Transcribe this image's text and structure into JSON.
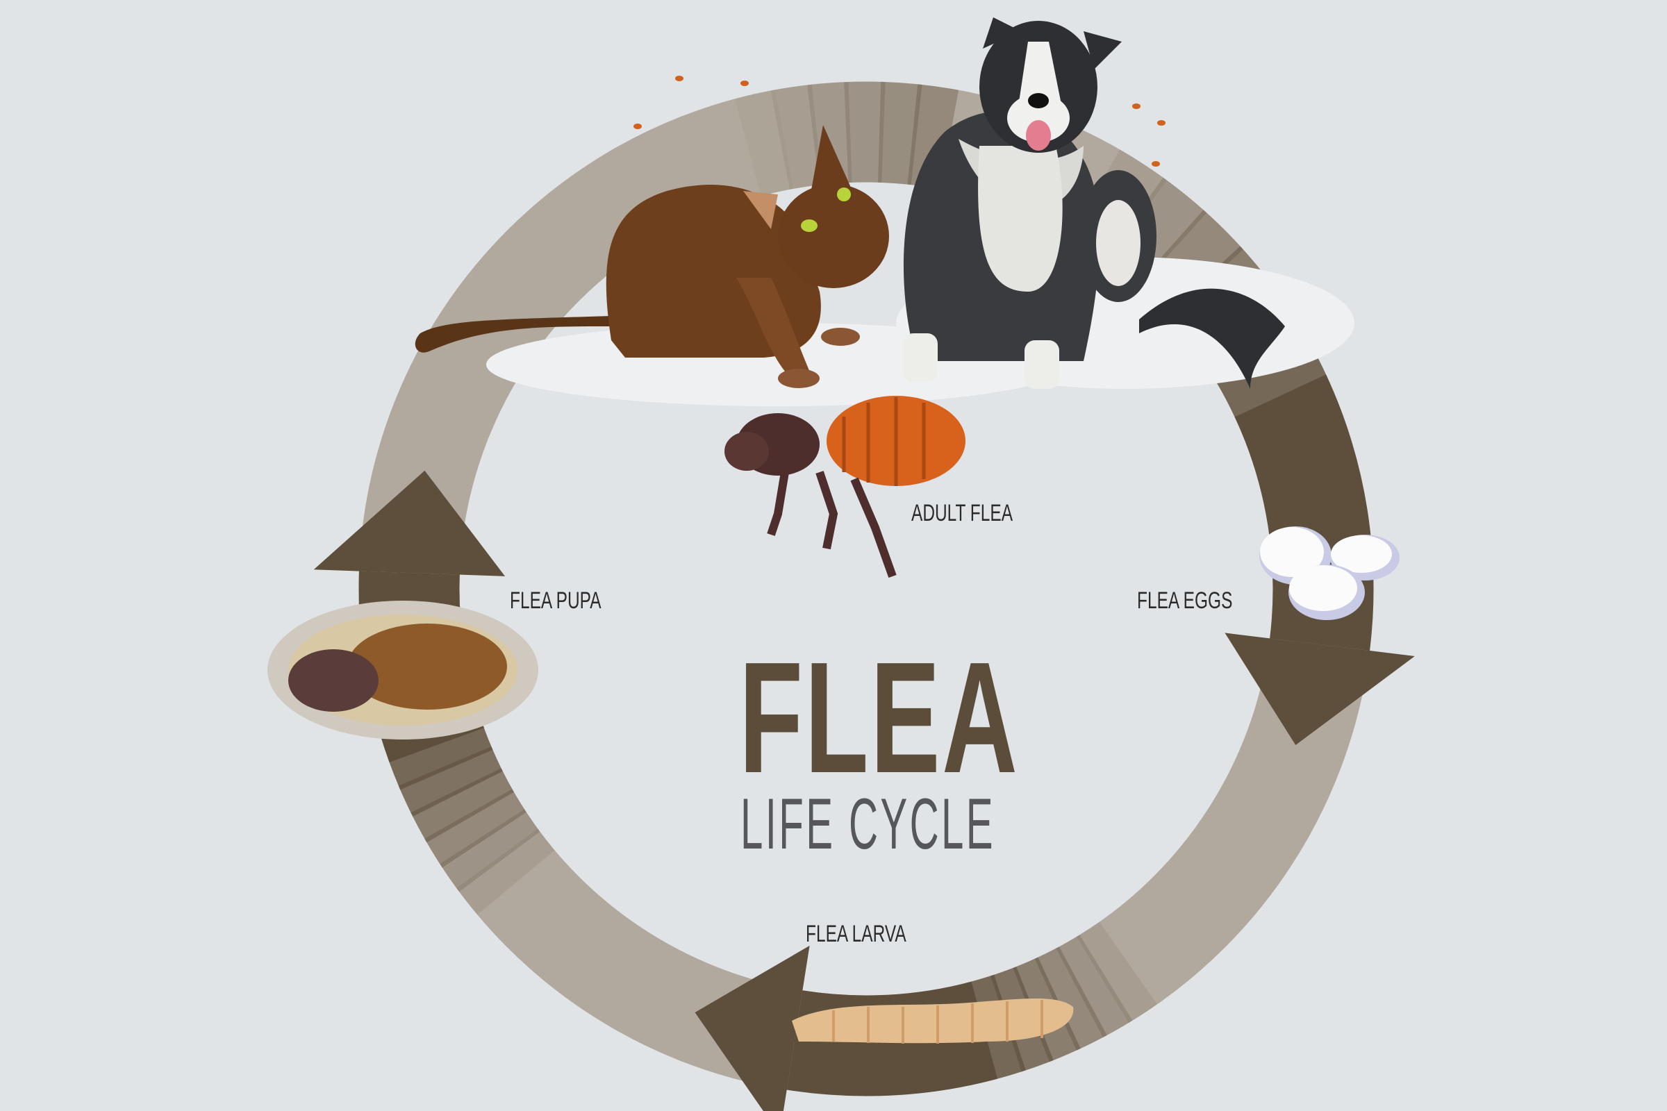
{
  "title": "FLEA",
  "subtitle": "LIFE CYCLE",
  "stages": {
    "adult": "ADULT FLEA",
    "eggs": "FLEA EGGS",
    "larva": "FLEA LARVA",
    "pupa": "FLEA PUPA"
  },
  "colors": {
    "background": "#e1e4e7",
    "ring_light": "#b2a99e",
    "ring_dark": "#5e4f3c",
    "title": "#5c4d3a",
    "subtitle": "#55575b"
  }
}
